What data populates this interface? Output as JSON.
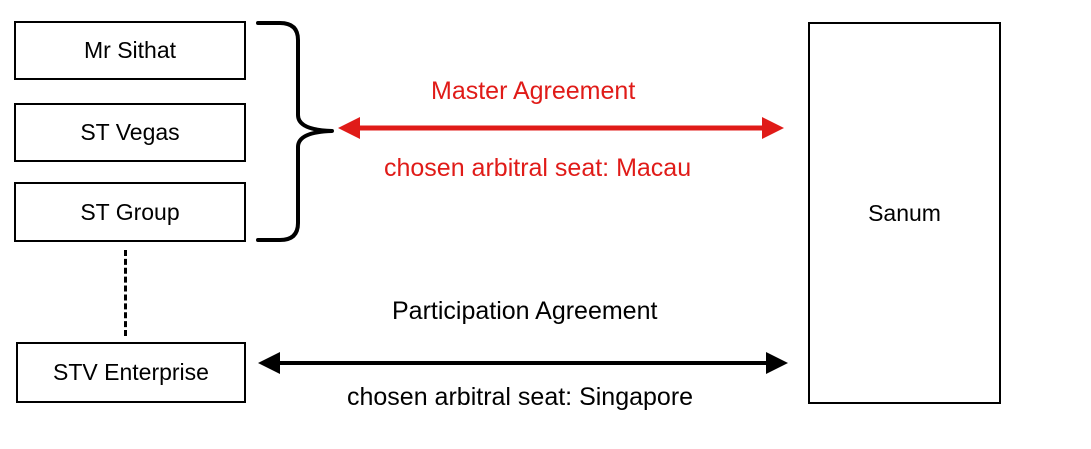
{
  "diagram": {
    "title": "Contractual relationships diagram",
    "colors": {
      "stroke": "#000000",
      "accent_red": "#E01B18",
      "background": "#FFFFFF"
    },
    "entities": [
      {
        "id": "mr-sithat",
        "label": "Mr Sithat"
      },
      {
        "id": "st-vegas",
        "label": "ST Vegas"
      },
      {
        "id": "st-group",
        "label": "ST Group"
      },
      {
        "id": "stv-enterprise",
        "label": "STV Enterprise"
      },
      {
        "id": "sanum",
        "label": "Sanum"
      }
    ],
    "connectors": [
      {
        "id": "master-agreement",
        "style": "double-headed-arrow",
        "color": "#E01B18",
        "from": "grouped-parties-brace",
        "to": "sanum",
        "label_above": "Master Agreement",
        "label_below": "chosen arbitral seat: Macau"
      },
      {
        "id": "participation-agreement",
        "style": "double-headed-arrow",
        "color": "#000000",
        "from": "stv-enterprise",
        "to": "sanum",
        "label_above": "Participation Agreement",
        "label_below": "chosen arbitral seat: Singapore"
      },
      {
        "id": "st-group-to-stv-link",
        "style": "dashed-line",
        "color": "#000000",
        "from": "st-group",
        "to": "stv-enterprise",
        "label_above": "",
        "label_below": ""
      }
    ],
    "brace": {
      "id": "parties-brace",
      "groups": [
        "mr-sithat",
        "st-vegas",
        "st-group"
      ]
    }
  }
}
